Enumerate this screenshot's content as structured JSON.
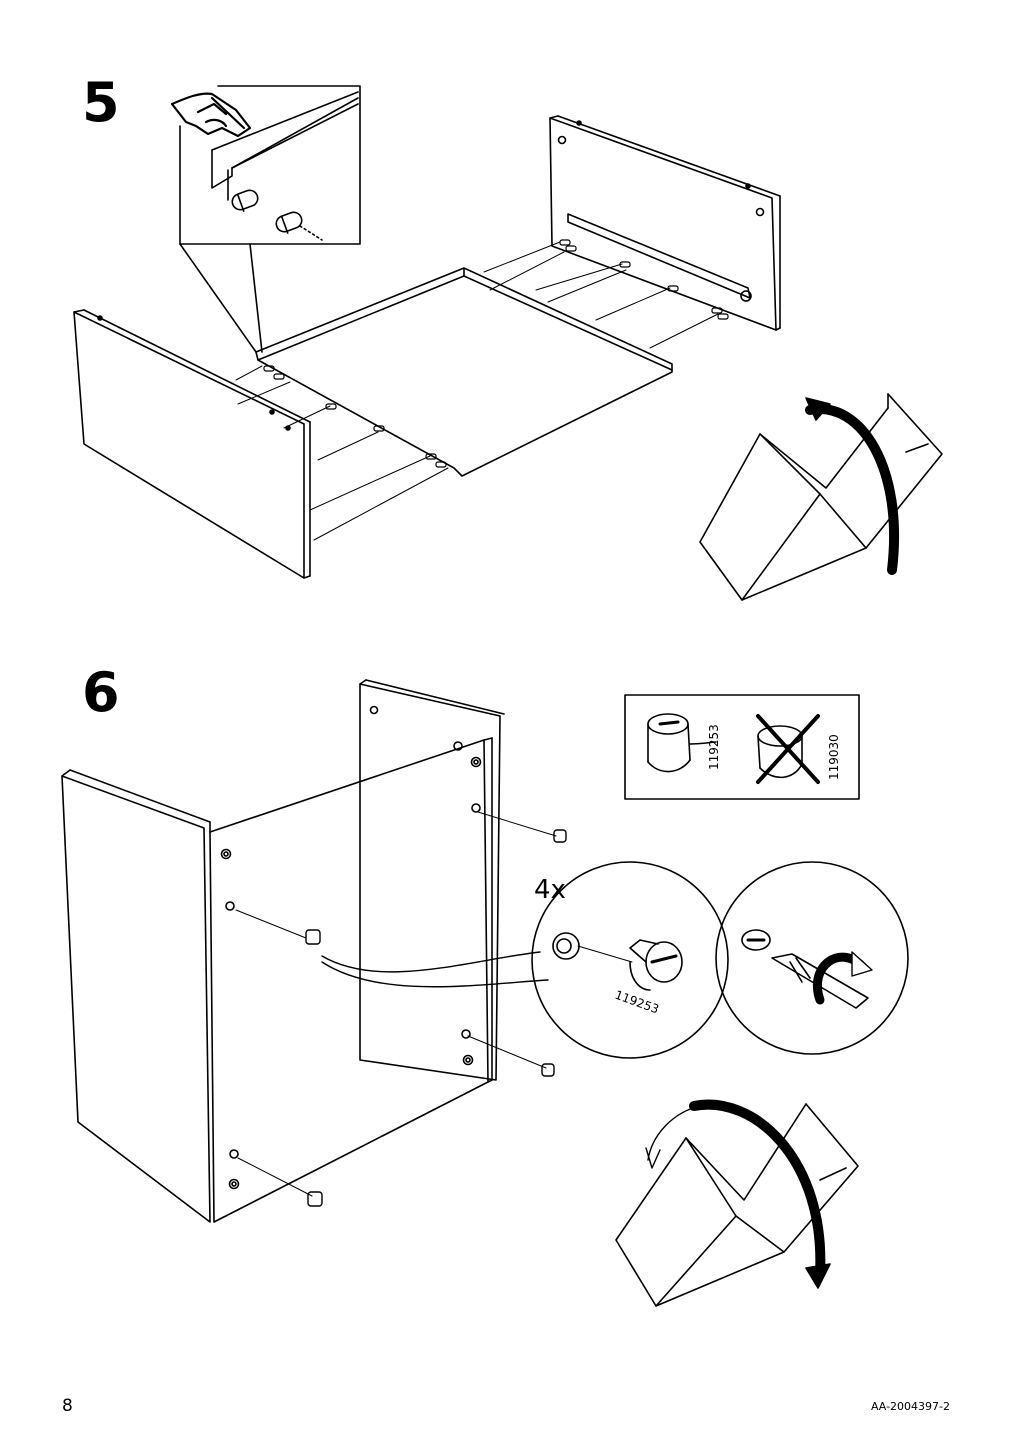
{
  "page": {
    "page_number": "8",
    "document_code": "AA-2004397-2"
  },
  "step5": {
    "number": "5"
  },
  "step6": {
    "number": "6",
    "quantity_label": "4x",
    "part_id_detail": "119253",
    "part_ok_id": "119253",
    "part_wrong_id": "119030"
  }
}
